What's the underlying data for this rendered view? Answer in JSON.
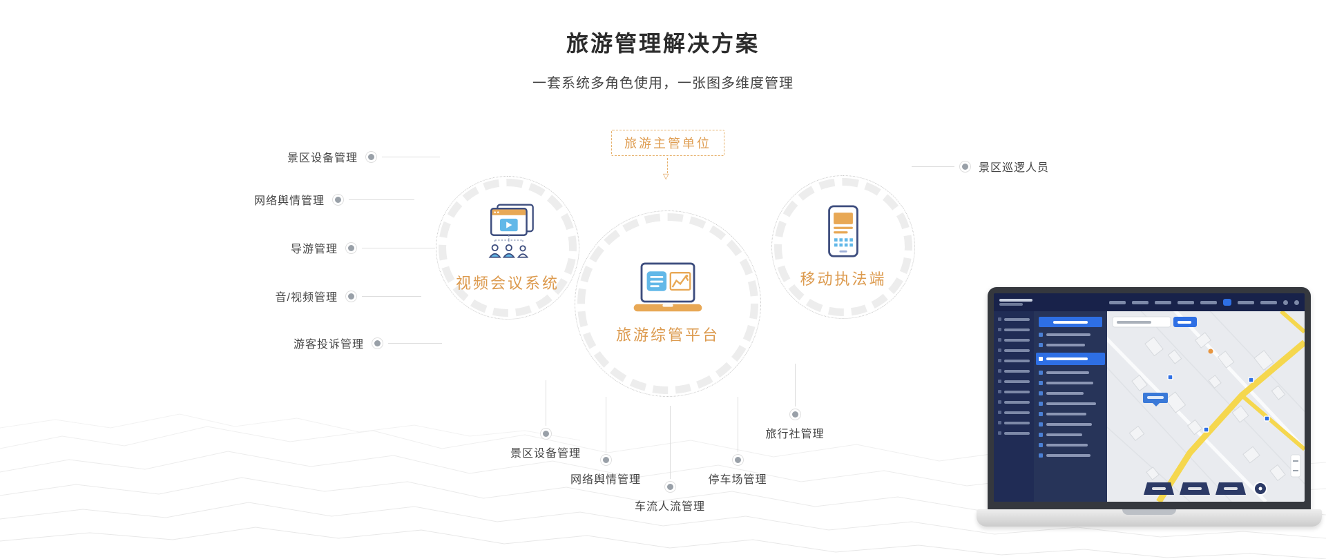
{
  "header": {
    "title": "旅游管理解决方案",
    "subtitle": "一套系统多角色使用，一张图多维度管理"
  },
  "diagram": {
    "authority_label": "旅游主管单位",
    "nodes": [
      {
        "label": "视频会议系统",
        "icon": "video-conference-icon"
      },
      {
        "label": "旅游综管平台",
        "icon": "management-platform-laptop-icon"
      },
      {
        "label": "移动执法端",
        "icon": "mobile-enforcement-phone-icon"
      }
    ],
    "left_labels": [
      "景区设备管理",
      "网络舆情管理",
      "导游管理",
      "音/视频管理",
      "游客投诉管理"
    ],
    "right_labels": [
      "景区巡逻人员"
    ],
    "bottom_labels": [
      "景区设备管理",
      "网络舆情管理",
      "车流人流管理",
      "停车场管理",
      "旅行社管理"
    ]
  },
  "colors": {
    "accent_orange": "#DC9A4E",
    "icon_navy": "#3D4D7E",
    "icon_blue": "#62B8E8",
    "connector_gray": "#DDDDDD",
    "dot_gray": "#99A0A8",
    "dashboard_navy": "#1D2747",
    "dashboard_blue": "#2E6FE4",
    "map_road_yellow": "#F5D74E"
  }
}
